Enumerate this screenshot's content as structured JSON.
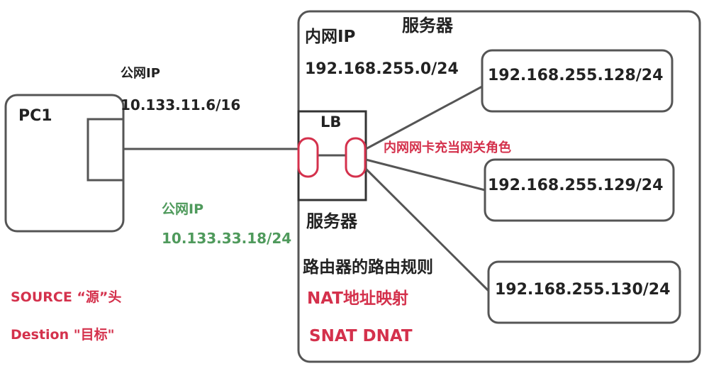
{
  "labels": {
    "server_title": "服务器",
    "intranet_ip_label": "内网IP",
    "intranet_subnet": "192.168.255.0/24",
    "public_ip_label_top": "公网IP",
    "public_ip_top": "10.133.11.6/16",
    "pc_name": "PC1",
    "lb_name": "LB",
    "gateway_role": "内网网卡充当网关角色",
    "public_ip_label_bottom": "公网IP",
    "public_ip_bottom": "10.133.33.18/24",
    "lb_server_label": "服务器",
    "router_rules": "路由器的路由规则",
    "nat_mapping": "NAT地址映射",
    "snat_dnat": "SNAT DNAT",
    "source_note": "SOURCE “源”头",
    "destination_note": "Destion \"目标\""
  },
  "backend_servers": [
    {
      "ip": "192.168.255.128/24"
    },
    {
      "ip": "192.168.255.129/24"
    },
    {
      "ip": "192.168.255.130/24"
    }
  ],
  "colors": {
    "stroke": "#555555",
    "text": "#222222",
    "accent_red": "#d4314c",
    "accent_green": "#4f9a5c"
  }
}
